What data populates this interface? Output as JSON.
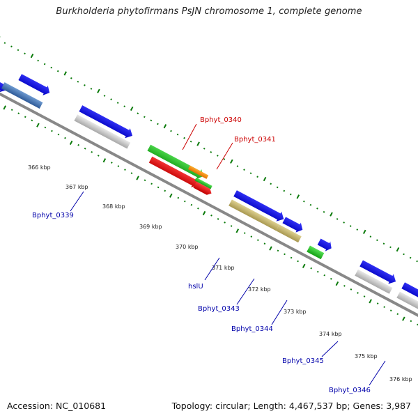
{
  "title": "Burkholderia phytofirmans PsJN chromosome 1, complete genome",
  "footer": {
    "accession": "Accession: NC_010681",
    "summary": "Topology: circular; Length: 4,467,537 bp; Genes: 3,987"
  },
  "colors": {
    "backbone": "#888888",
    "tick": "#0a7a0a",
    "label_blue": "#0000aa",
    "label_red": "#cc0000"
  },
  "kbp_ticks": [
    "366 kbp",
    "367 kbp",
    "368 kbp",
    "369 kbp",
    "370 kbp",
    "371 kbp",
    "372 kbp",
    "373 kbp",
    "374 kbp",
    "375 kbp",
    "376 kbp"
  ],
  "gene_labels": [
    {
      "text": "Bphyt_0340",
      "color": "red"
    },
    {
      "text": "Bphyt_0341",
      "color": "red"
    },
    {
      "text": "Bphyt_0339",
      "color": "blue"
    },
    {
      "text": "hslU",
      "color": "blue"
    },
    {
      "text": "Bphyt_0343",
      "color": "blue"
    },
    {
      "text": "Bphyt_0344",
      "color": "blue"
    },
    {
      "text": "Bphyt_0345",
      "color": "blue"
    },
    {
      "text": "Bphyt_0346",
      "color": "blue"
    }
  ],
  "features": [
    {
      "name": "gene-block-blue",
      "color": "#1010e8"
    },
    {
      "name": "gene-block-steelblue",
      "color": "#4a7ab8"
    },
    {
      "name": "gene-block-grey",
      "color": "#c8c8c8"
    },
    {
      "name": "gene-block-green",
      "color": "#22c022"
    },
    {
      "name": "gene-block-orange",
      "color": "#ff8800"
    },
    {
      "name": "gene-block-red",
      "color": "#ee1010"
    },
    {
      "name": "gene-block-khaki",
      "color": "#c4b470"
    }
  ]
}
